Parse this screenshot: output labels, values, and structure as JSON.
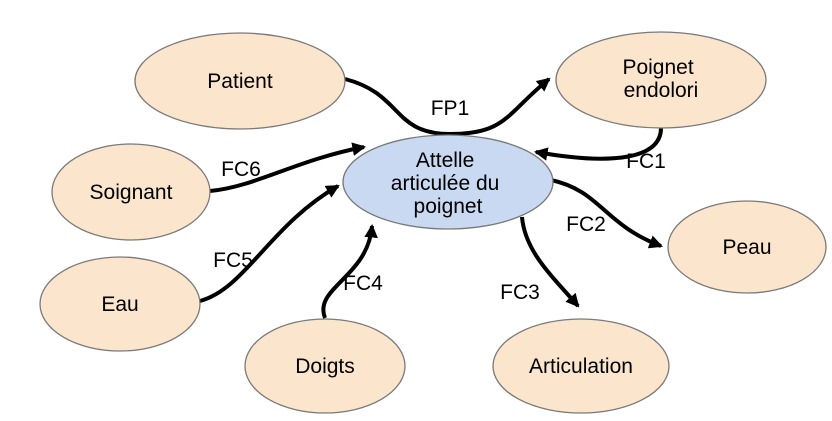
{
  "diagram_type": "pieuvre-functional-analysis",
  "colors": {
    "background": "#ffffff",
    "node_fill": "#fbe5cd",
    "center_fill": "#c9d9f1",
    "node_stroke": "#7a7a7a",
    "arrow": "#000000",
    "text": "#000000"
  },
  "nodes": {
    "attelle": {
      "label": "Attelle articulée du poignet",
      "lines": [
        "Attelle",
        "articulée du",
        "poignet"
      ],
      "role": "center-product"
    },
    "patient": {
      "label": "Patient"
    },
    "soignant": {
      "label": "Soignant"
    },
    "eau": {
      "label": "Eau"
    },
    "doigts": {
      "label": "Doigts"
    },
    "articulation": {
      "label": "Articulation"
    },
    "peau": {
      "label": "Peau"
    },
    "poignet_endolori": {
      "label": "Poignet endolori",
      "lines": [
        "Poignet",
        "endolori"
      ]
    }
  },
  "edges": {
    "fp1": {
      "label": "FP1",
      "from": "patient",
      "to": "poignet_endolori"
    },
    "fc1": {
      "label": "FC1",
      "from": "poignet_endolori",
      "to": "attelle"
    },
    "fc2": {
      "label": "FC2",
      "from": "attelle",
      "to": "peau"
    },
    "fc3": {
      "label": "FC3",
      "from": "attelle",
      "to": "articulation"
    },
    "fc4": {
      "label": "FC4",
      "from": "doigts",
      "to": "attelle"
    },
    "fc5": {
      "label": "FC5",
      "from": "eau",
      "to": "attelle"
    },
    "fc6": {
      "label": "FC6",
      "from": "soignant",
      "to": "attelle"
    }
  }
}
